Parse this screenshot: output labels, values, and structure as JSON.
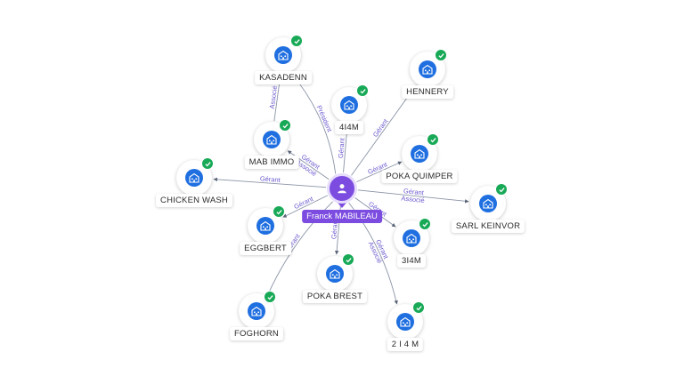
{
  "person": {
    "name": "Franck MABILEAU",
    "icon": "person-icon"
  },
  "companies": [
    {
      "id": "kasadenn",
      "name": "KASADENN",
      "icon": "building-icon",
      "verified": true
    },
    {
      "id": "hennery",
      "name": "HENNERY",
      "icon": "building-icon",
      "verified": true
    },
    {
      "id": "4i4m",
      "name": "4I4M",
      "icon": "building-icon",
      "verified": true
    },
    {
      "id": "mabimmo",
      "name": "MAB IMMO",
      "icon": "building-icon",
      "verified": true
    },
    {
      "id": "pokaquimper",
      "name": "POKA QUIMPER",
      "icon": "building-icon",
      "verified": true
    },
    {
      "id": "chickenwash",
      "name": "CHICKEN WASH",
      "icon": "building-icon",
      "verified": true
    },
    {
      "id": "sarlkeinvor",
      "name": "SARL KEINVOR",
      "icon": "building-icon",
      "verified": true
    },
    {
      "id": "eggbert",
      "name": "EGGBERT",
      "icon": "building-icon",
      "verified": true
    },
    {
      "id": "3i4m",
      "name": "3I4M",
      "icon": "building-icon",
      "verified": true
    },
    {
      "id": "pokabrest",
      "name": "POKA BREST",
      "icon": "building-icon",
      "verified": true
    },
    {
      "id": "foghorn",
      "name": "FOGHORN",
      "icon": "building-icon",
      "verified": true
    },
    {
      "id": "2i4m",
      "name": "2 I 4 M",
      "icon": "building-icon",
      "verified": true
    }
  ],
  "relations": [
    {
      "from": "person",
      "to": "kasadenn",
      "label": "Président"
    },
    {
      "from": "mabimmo",
      "to": "kasadenn",
      "label": "Associé"
    },
    {
      "from": "person",
      "to": "hennery",
      "label": "Gérant"
    },
    {
      "from": "person",
      "to": "4i4m",
      "label": "Gérant"
    },
    {
      "from": "person",
      "to": "mabimmo",
      "label": "Gérant\nAssocié"
    },
    {
      "from": "person",
      "to": "pokaquimper",
      "label": "Gérant"
    },
    {
      "from": "person",
      "to": "chickenwash",
      "label": "Gérant"
    },
    {
      "from": "person",
      "to": "sarlkeinvor",
      "label": "Gérant\nAssocié"
    },
    {
      "from": "person",
      "to": "eggbert",
      "label": "Gérant"
    },
    {
      "from": "person",
      "to": "3i4m",
      "label": "Gérant"
    },
    {
      "from": "person",
      "to": "pokabrest",
      "label": "Gérant"
    },
    {
      "from": "person",
      "to": "foghorn",
      "label": "Gérant"
    },
    {
      "from": "person",
      "to": "2i4m",
      "label": "Gérant\nAssocié"
    }
  ],
  "colors": {
    "person": "#7c4ce0",
    "company": "#1f6fe0",
    "verified": "#18a957",
    "edge": "#8a93a6",
    "edge_label": "#6a5acd"
  }
}
